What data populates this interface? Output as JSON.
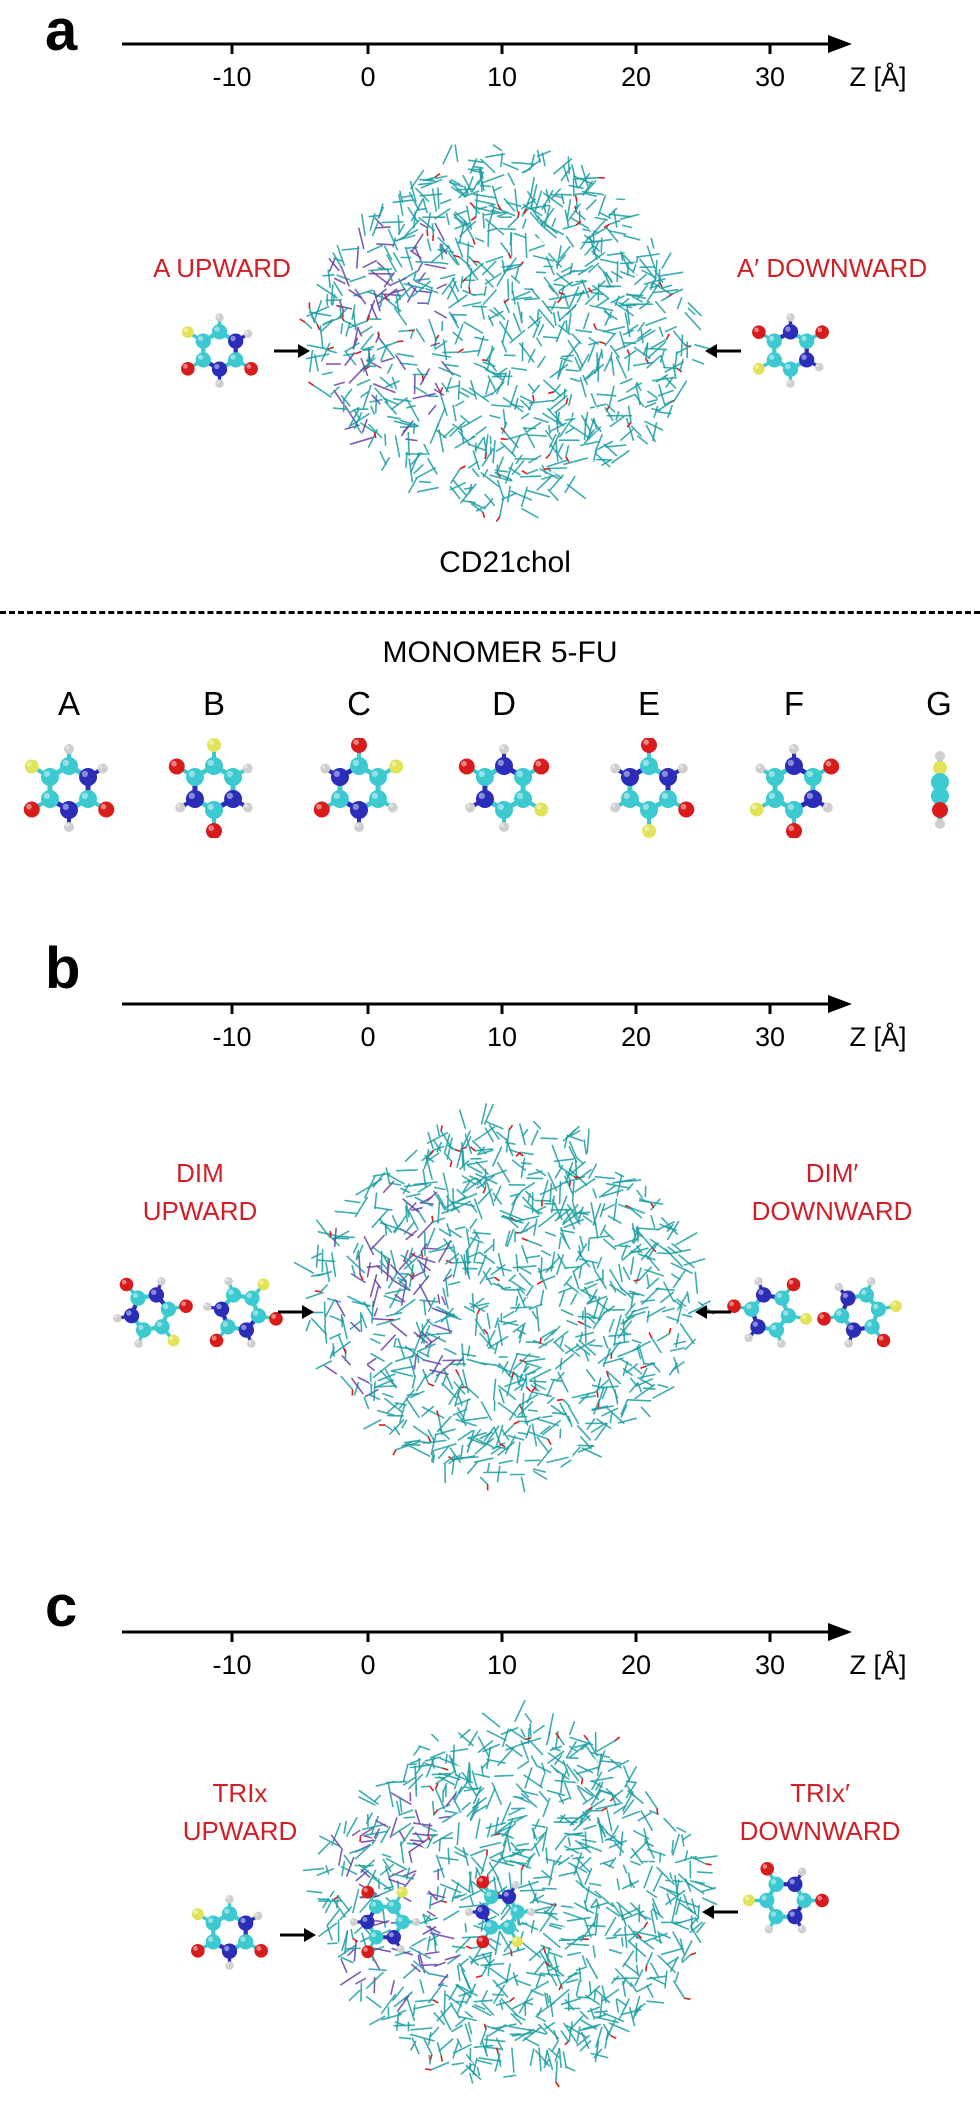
{
  "panels": [
    {
      "letter": "a",
      "axis_ticks": [
        "-10",
        "0",
        "10",
        "20",
        "30"
      ],
      "axis_label": "Z [Å]",
      "left_label": [
        "A UPWARD"
      ],
      "right_label": [
        "A′ DOWNWARD"
      ],
      "cluster_label": "CD21chol"
    },
    {
      "letter": "b",
      "axis_ticks": [
        "-10",
        "0",
        "10",
        "20",
        "30"
      ],
      "axis_label": "Z [Å]",
      "left_label": [
        "DIM",
        "UPWARD"
      ],
      "right_label": [
        "DIM′",
        "DOWNWARD"
      ]
    },
    {
      "letter": "c",
      "axis_ticks": [
        "-10",
        "0",
        "10",
        "20",
        "30"
      ],
      "axis_label": "Z [Å]",
      "left_label": [
        "TRIx",
        "UPWARD"
      ],
      "right_label": [
        "TRIx′",
        "DOWNWARD"
      ]
    }
  ],
  "monomer": {
    "title": "MONOMER 5-FU",
    "orientations": [
      "A",
      "B",
      "C",
      "D",
      "E",
      "F",
      "G"
    ]
  },
  "colors": {
    "carbon": "#3cc9cf",
    "nitrogen": "#2b2db8",
    "oxygen": "#d81c1c",
    "fluorine": "#e3e35a",
    "hydrogen": "#cfcfcf",
    "label_red": "#d01f26",
    "stick_teal": "#1a9ea3",
    "stick_purple": "#6a3ea8"
  }
}
